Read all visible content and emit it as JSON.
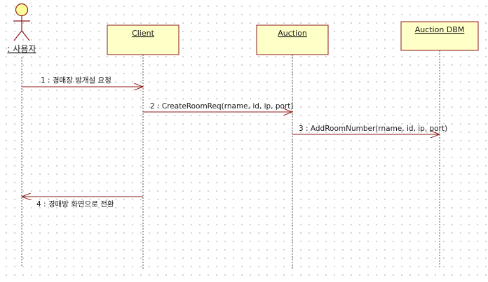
{
  "colors": {
    "box_fill": "#ffffc8",
    "box_stroke": "#8b1a1a",
    "arrow": "#8b1a1a",
    "lifeline": "#555555",
    "actor_head": "#ffff99"
  },
  "actor": {
    "label": ": 사용자"
  },
  "objects": [
    {
      "label": "Client"
    },
    {
      "label": "Auction"
    },
    {
      "label": "Auction DBM"
    }
  ],
  "messages": [
    {
      "label": "1 : 경매장 방개설 요청",
      "from": "사용자",
      "to": "Client"
    },
    {
      "label": "2 : CreateRoomReq(rname, id, ip, port)",
      "from": "Client",
      "to": "Auction"
    },
    {
      "label": "3 : AddRoomNumber(rname, id, ip, port)",
      "from": "Auction",
      "to": "Auction DBM"
    },
    {
      "label": "4 : 경매방 화면으로 전환",
      "from": "Client",
      "to": "사용자"
    }
  ]
}
